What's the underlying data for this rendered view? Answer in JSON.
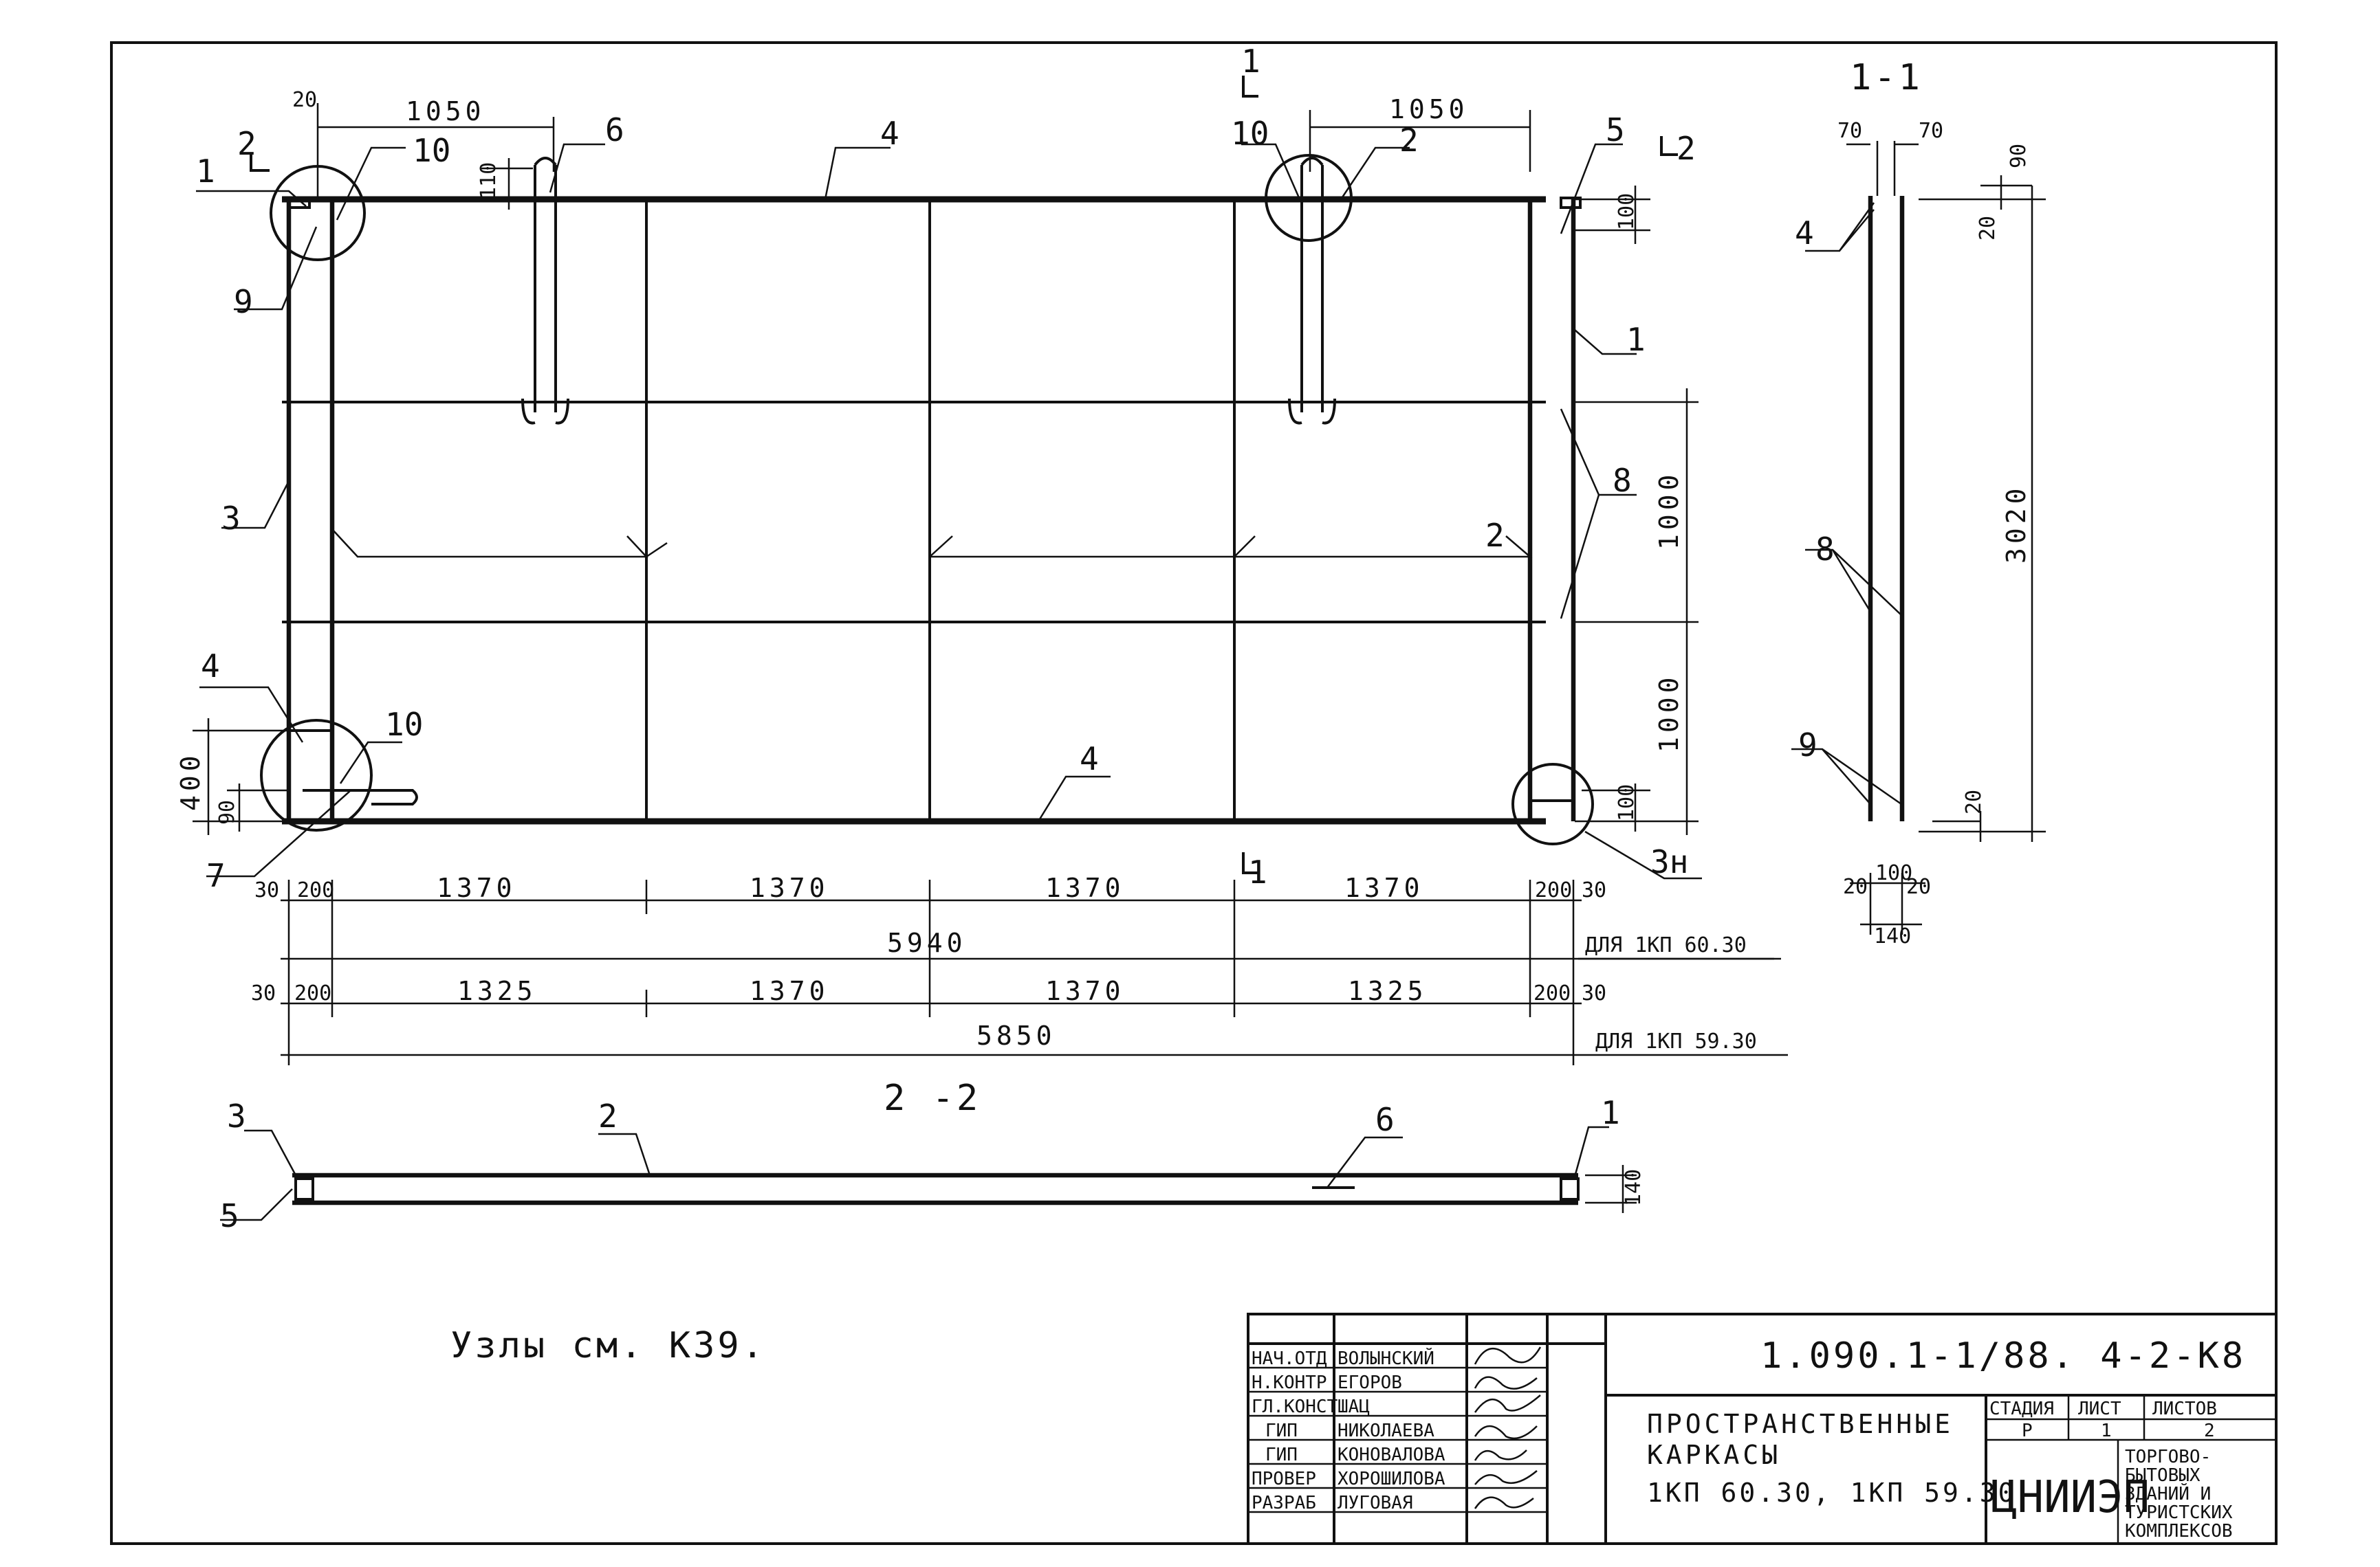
{
  "views": {
    "section_1_1": "1-1",
    "section_2_2": "2 -2",
    "cut_mark_1": "1",
    "cut_mark_2": "2"
  },
  "position_labels": [
    "1",
    "2",
    "3",
    "4",
    "5",
    "6",
    "7",
    "8",
    "9",
    "10",
    "3н"
  ],
  "dimensions": {
    "top_left_offset": "20",
    "top_left_span": "1050",
    "top_right_span": "1050",
    "hook_height": "110",
    "right_top": "100",
    "right_lower": "1000",
    "right_bottom_lower": "1000",
    "right_corner": "100",
    "left_height": "400",
    "left_small": "90",
    "row1": [
      "30",
      "200",
      "1370",
      "1370",
      "1370",
      "1370",
      "200",
      "30"
    ],
    "total1": "5940",
    "for1": "ДЛЯ 1КП 60.30",
    "row2": [
      "30",
      "200",
      "1325",
      "1370",
      "1370",
      "1325",
      "200",
      "30"
    ],
    "total2": "5850",
    "for2": "ДЛЯ 1КП 59.30",
    "sec22_height": "140",
    "sec11_top": [
      "70",
      "70"
    ],
    "sec11_right_top": "90",
    "sec11_20a": "20",
    "sec11_height": "3020",
    "sec11_20b": "20",
    "sec11_bottom": [
      "20",
      "100",
      "20"
    ],
    "sec11_width": "140"
  },
  "note": "Узлы см. К39.",
  "title_block": {
    "doc_code": "1.090.1-1/88. 4-2-К8",
    "title_lines": [
      "ПРОСТРАНСТВЕННЫЕ",
      "КАРКАСЫ",
      "1КП 60.30, 1КП 59.30"
    ],
    "roles": [
      "НАЧ.ОТД",
      "Н.КОНТР",
      "ГЛ.КОНСТ",
      "ГИП",
      "ГИП",
      "ПРОВЕР",
      "РАЗРАБ"
    ],
    "names": [
      "ВОЛЫНСКИЙ",
      "ЕГОРОВ",
      "ШАЦ",
      "НИКОЛАЕВА",
      "КОНОВАЛОВА",
      "ХОРОШИЛОВА",
      "ЛУГОВАЯ"
    ],
    "stage_header": "СТАДИЯ",
    "sheet_header": "ЛИСТ",
    "sheets_header": "ЛИСТОВ",
    "stage": "Р",
    "sheet": "1",
    "sheets": "2",
    "org": "ЦНИИЭП",
    "org_desc": [
      "ТОРГОВО-",
      "БЫТОВЫХ",
      "ЗДАНИЙ И",
      "ТУРИСТСКИХ",
      "КОМПЛЕКСОВ"
    ]
  }
}
